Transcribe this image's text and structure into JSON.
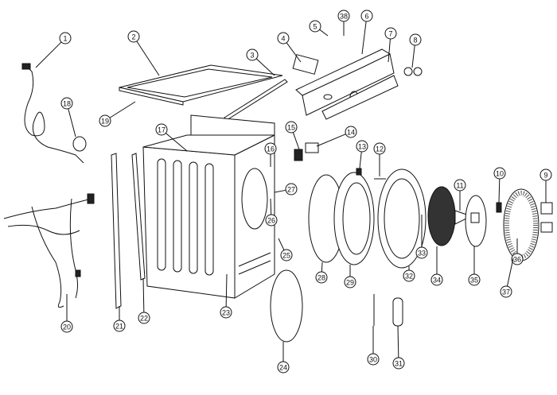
{
  "diagram": {
    "type": "exploded-parts-view",
    "callouts": [
      "1",
      "2",
      "3",
      "4",
      "5",
      "38",
      "6",
      "7",
      "8",
      "18",
      "19",
      "17",
      "15",
      "14",
      "16",
      "13",
      "12",
      "27",
      "11",
      "10",
      "9",
      "26",
      "25",
      "33",
      "36",
      "28",
      "29",
      "32",
      "34",
      "35",
      "37",
      "23",
      "20",
      "21",
      "22",
      "30",
      "31",
      "24"
    ]
  }
}
